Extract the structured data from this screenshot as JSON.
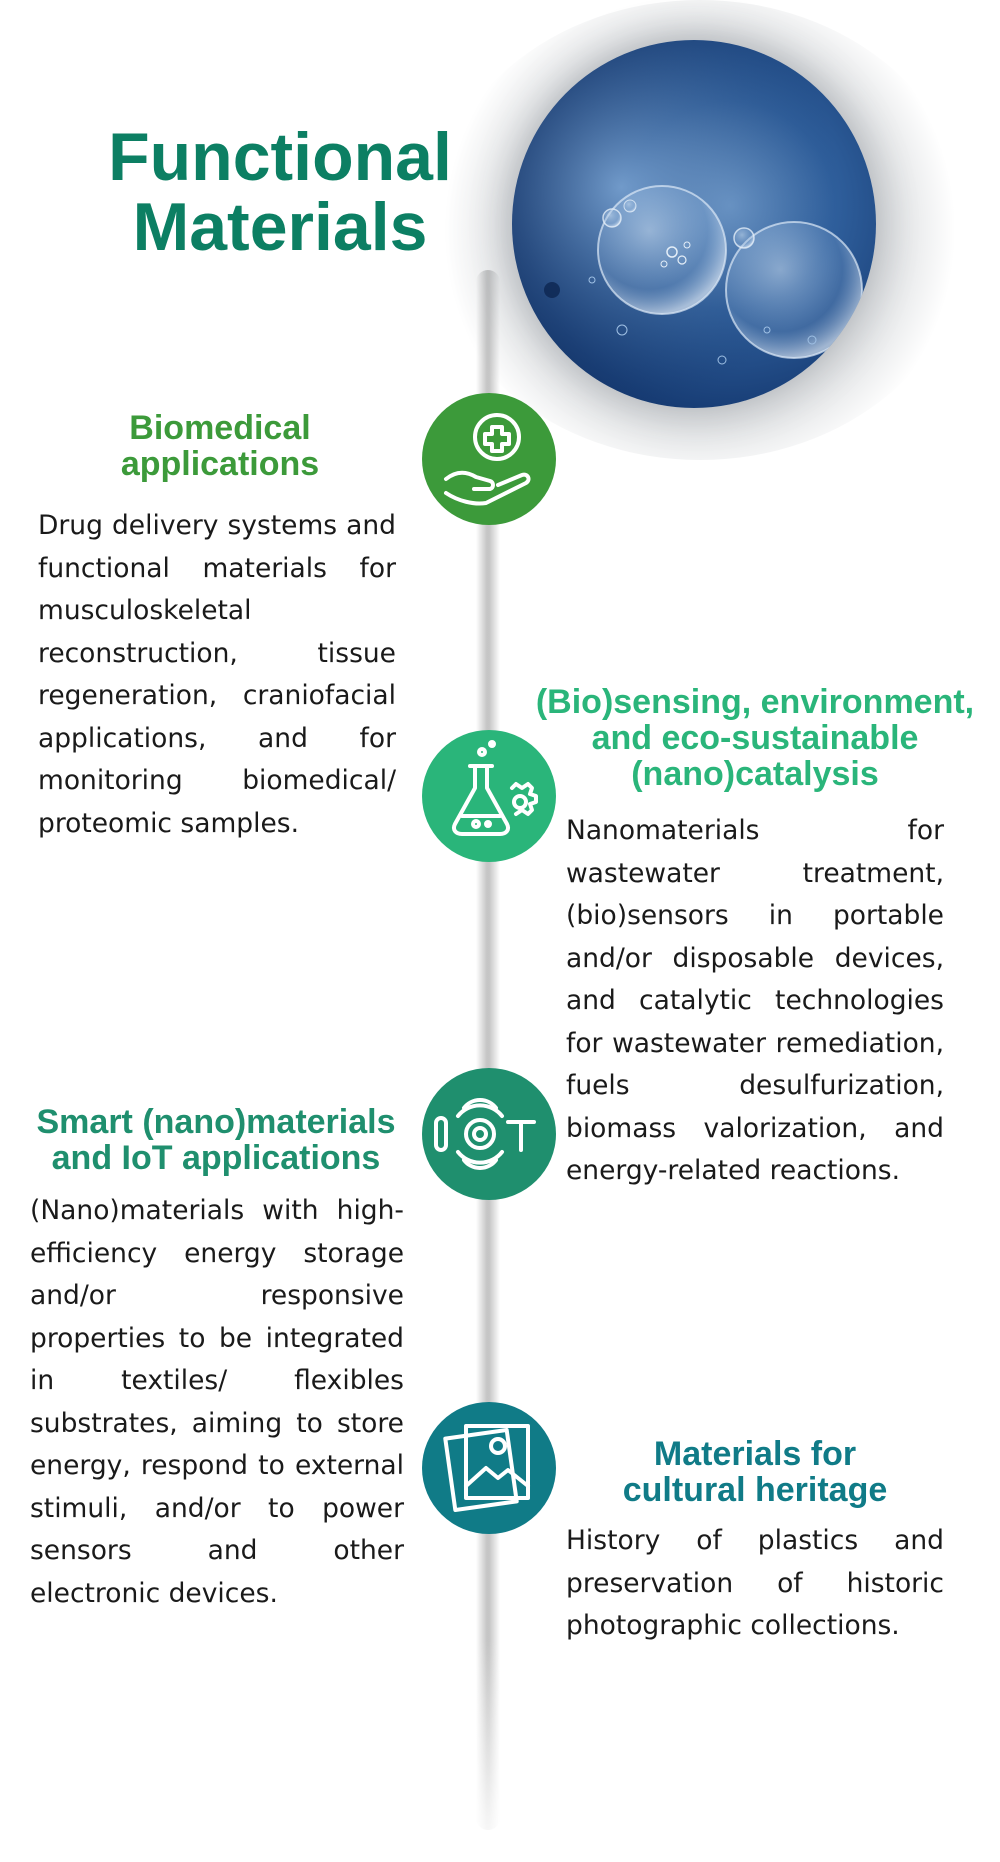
{
  "title": {
    "line1": "Functional",
    "line2": "Materials"
  },
  "colors": {
    "title": "#0c7f63",
    "biomedical": "#3c9a3a",
    "biosensing": "#2ab57a",
    "smart": "#1f8f6e",
    "heritage": "#107b87"
  },
  "sections": [
    {
      "id": "biomedical",
      "heading_line1": "Biomedical",
      "heading_line2": "applications",
      "icon": "hand-medical-cross-icon",
      "text": "Drug delivery systems and functional materials for musculoskeletal reconstruction, tissue regeneration, craniofacial applications, and for monitoring biomedical/ proteomic samples."
    },
    {
      "id": "biosensing",
      "heading_line1": "(Bio)sensing, environment,",
      "heading_line2": "and eco-sustainable",
      "heading_line3": "(nano)catalysis",
      "icon": "flask-gear-icon",
      "text": "Nanomaterials for wastewater treatment, (bio)sensors in portable and/or disposable devices, and catalytic technologies for wastewater remediation, fuels desulfurization, biomass valorization, and energy-related reactions."
    },
    {
      "id": "smart",
      "heading_line1": "Smart (nano)materials",
      "heading_line2": "and IoT applications",
      "icon": "iot-icon",
      "text": "(Nano)materials with high-efficiency energy storage and/or responsive properties to be integrated in textiles/ flexibles substrates, aiming to store energy, respond to external stimuli, and/or to power sensors and other electronic devices."
    },
    {
      "id": "heritage",
      "heading_line1": "Materials for",
      "heading_line2": "cultural heritage",
      "icon": "photographs-icon",
      "text": "History of plastics and preservation of historic photographic collections."
    }
  ]
}
